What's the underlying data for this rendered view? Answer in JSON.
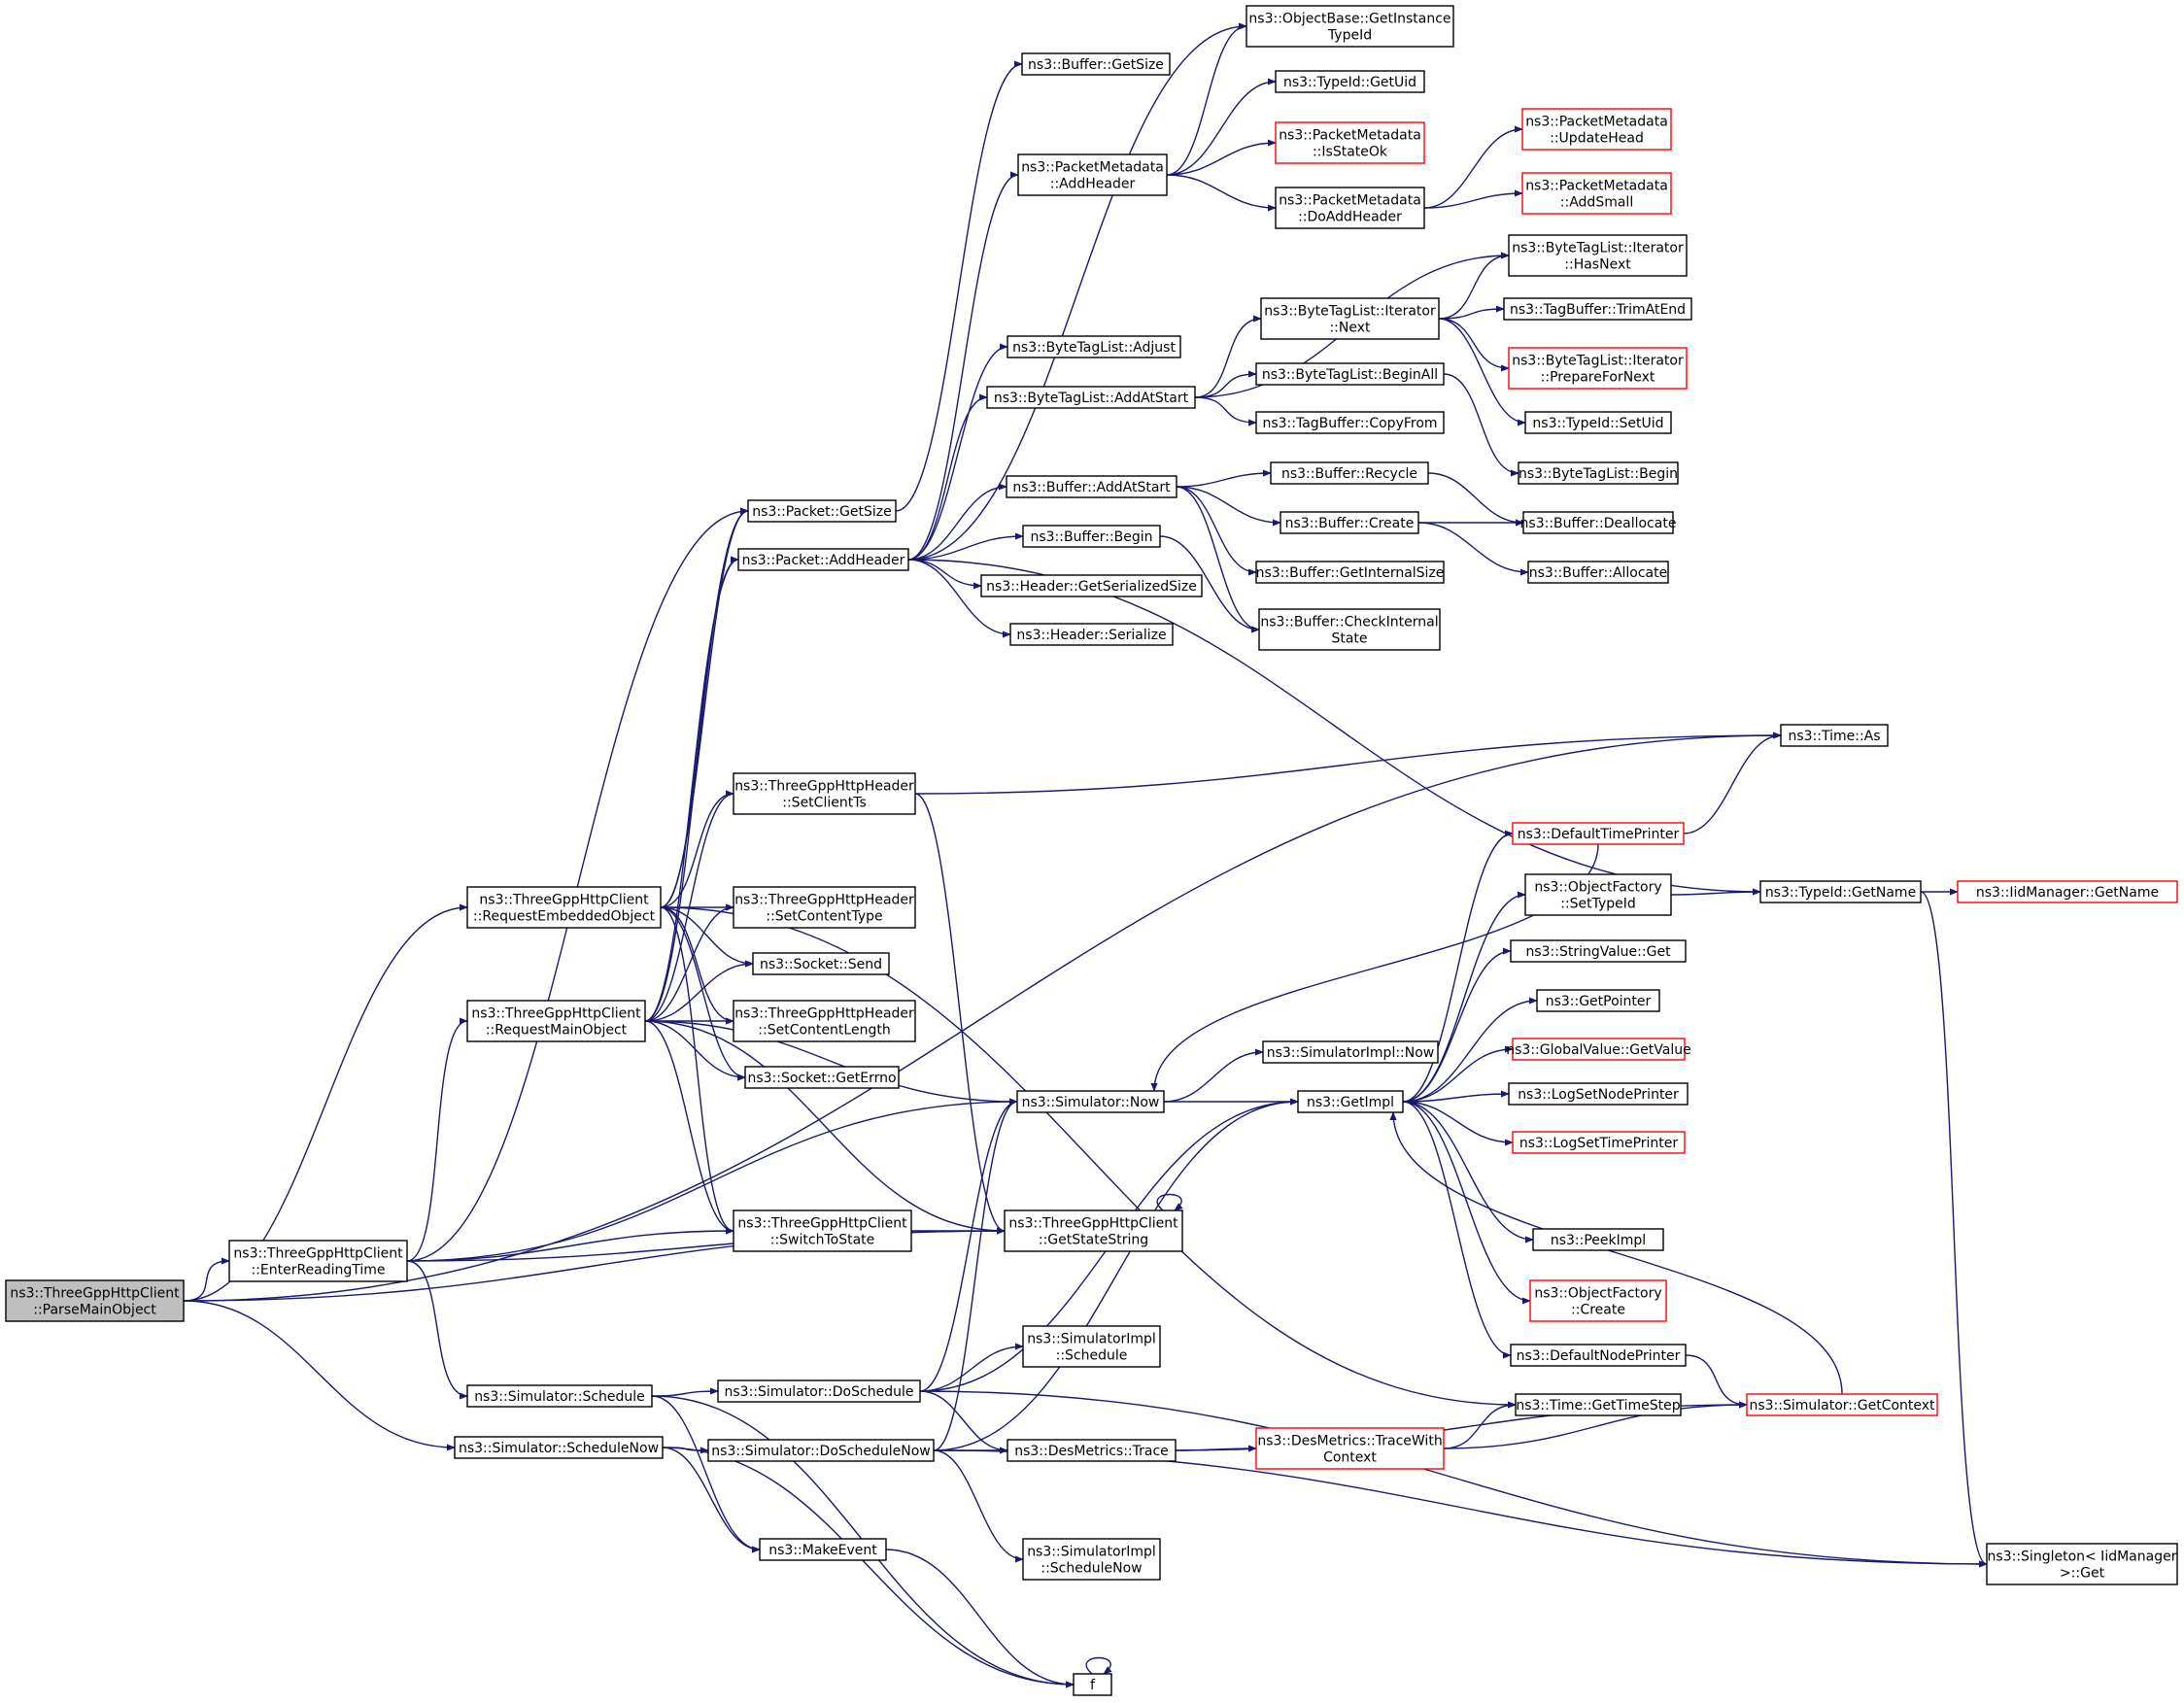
{
  "diagram": {
    "nodes": [
      {
        "id": "parse",
        "lines": [
          "ns3::ThreeGppHttpClient",
          "::ParseMainObject"
        ],
        "style": "focus"
      },
      {
        "id": "enterReading",
        "lines": [
          "ns3::ThreeGppHttpClient",
          "::EnterReadingTime"
        ],
        "style": "normal"
      },
      {
        "id": "reqEmbedded",
        "lines": [
          "ns3::ThreeGppHttpClient",
          "::RequestEmbeddedObject"
        ],
        "style": "normal"
      },
      {
        "id": "reqMain",
        "lines": [
          "ns3::ThreeGppHttpClient",
          "::RequestMainObject"
        ],
        "style": "normal"
      },
      {
        "id": "schedule",
        "lines": [
          "ns3::Simulator::Schedule"
        ],
        "style": "normal"
      },
      {
        "id": "scheduleNow",
        "lines": [
          "ns3::Simulator::ScheduleNow"
        ],
        "style": "normal"
      },
      {
        "id": "bufGetSize",
        "lines": [
          "ns3::Buffer::GetSize"
        ],
        "style": "normal"
      },
      {
        "id": "pktGetSize",
        "lines": [
          "ns3::Packet::GetSize"
        ],
        "style": "normal"
      },
      {
        "id": "pktAddHeader",
        "lines": [
          "ns3::Packet::AddHeader"
        ],
        "style": "normal"
      },
      {
        "id": "setClientTs",
        "lines": [
          "ns3::ThreeGppHttpHeader",
          "::SetClientTs"
        ],
        "style": "normal"
      },
      {
        "id": "setContentType",
        "lines": [
          "ns3::ThreeGppHttpHeader",
          "::SetContentType"
        ],
        "style": "normal"
      },
      {
        "id": "socketSend",
        "lines": [
          "ns3::Socket::Send"
        ],
        "style": "normal"
      },
      {
        "id": "setContentLength",
        "lines": [
          "ns3::ThreeGppHttpHeader",
          "::SetContentLength"
        ],
        "style": "normal"
      },
      {
        "id": "socketGetErrno",
        "lines": [
          "ns3::Socket::GetErrno"
        ],
        "style": "normal"
      },
      {
        "id": "switchToState",
        "lines": [
          "ns3::ThreeGppHttpClient",
          "::SwitchToState"
        ],
        "style": "normal"
      },
      {
        "id": "makeEvent",
        "lines": [
          "ns3::MakeEvent"
        ],
        "style": "normal"
      },
      {
        "id": "f",
        "lines": [
          "f"
        ],
        "style": "normal"
      },
      {
        "id": "doSchedule",
        "lines": [
          "ns3::Simulator::DoSchedule"
        ],
        "style": "normal"
      },
      {
        "id": "doScheduleNow",
        "lines": [
          "ns3::Simulator::DoScheduleNow"
        ],
        "style": "normal"
      },
      {
        "id": "pmAddHeader",
        "lines": [
          "ns3::PacketMetadata",
          "::AddHeader"
        ],
        "style": "normal"
      },
      {
        "id": "btlAdjust",
        "lines": [
          "ns3::ByteTagList::Adjust"
        ],
        "style": "normal"
      },
      {
        "id": "btlAddAtStart",
        "lines": [
          "ns3::ByteTagList::AddAtStart"
        ],
        "style": "normal"
      },
      {
        "id": "bufAddAtStart",
        "lines": [
          "ns3::Buffer::AddAtStart"
        ],
        "style": "normal"
      },
      {
        "id": "bufBegin",
        "lines": [
          "ns3::Buffer::Begin"
        ],
        "style": "normal"
      },
      {
        "id": "hdrGetSerSize",
        "lines": [
          "ns3::Header::GetSerializedSize"
        ],
        "style": "normal"
      },
      {
        "id": "hdrSerialize",
        "lines": [
          "ns3::Header::Serialize"
        ],
        "style": "normal"
      },
      {
        "id": "simNow",
        "lines": [
          "ns3::Simulator::Now"
        ],
        "style": "normal"
      },
      {
        "id": "getStateString",
        "lines": [
          "ns3::ThreeGppHttpClient",
          "::GetStateString"
        ],
        "style": "normal"
      },
      {
        "id": "simImplSchedule",
        "lines": [
          "ns3::SimulatorImpl",
          "::Schedule"
        ],
        "style": "normal"
      },
      {
        "id": "desTrace",
        "lines": [
          "ns3::DesMetrics::Trace"
        ],
        "style": "normal"
      },
      {
        "id": "simImplScheduleNow",
        "lines": [
          "ns3::SimulatorImpl",
          "::ScheduleNow"
        ],
        "style": "normal"
      },
      {
        "id": "obGetInstance",
        "lines": [
          "ns3::ObjectBase::GetInstance",
          "TypeId"
        ],
        "style": "normal"
      },
      {
        "id": "tidGetUid",
        "lines": [
          "ns3::TypeId::GetUid"
        ],
        "style": "normal"
      },
      {
        "id": "pmIsStateOk",
        "lines": [
          "ns3::PacketMetadata",
          "::IsStateOk"
        ],
        "style": "red"
      },
      {
        "id": "pmDoAddHeader",
        "lines": [
          "ns3::PacketMetadata",
          "::DoAddHeader"
        ],
        "style": "normal"
      },
      {
        "id": "btliNext",
        "lines": [
          "ns3::ByteTagList::Iterator",
          "::Next"
        ],
        "style": "normal"
      },
      {
        "id": "btlBeginAll",
        "lines": [
          "ns3::ByteTagList::BeginAll"
        ],
        "style": "normal"
      },
      {
        "id": "tbCopyFrom",
        "lines": [
          "ns3::TagBuffer::CopyFrom"
        ],
        "style": "normal"
      },
      {
        "id": "bufRecycle",
        "lines": [
          "ns3::Buffer::Recycle"
        ],
        "style": "normal"
      },
      {
        "id": "bufCreate",
        "lines": [
          "ns3::Buffer::Create"
        ],
        "style": "normal"
      },
      {
        "id": "bufGetInternalSize",
        "lines": [
          "ns3::Buffer::GetInternalSize"
        ],
        "style": "normal"
      },
      {
        "id": "bufCheckInternal",
        "lines": [
          "ns3::Buffer::CheckInternal",
          "State"
        ],
        "style": "normal"
      },
      {
        "id": "defaultTimePrinter",
        "lines": [
          "ns3::DefaultTimePrinter"
        ],
        "style": "red"
      },
      {
        "id": "ofSetTypeId",
        "lines": [
          "ns3::ObjectFactory",
          "::SetTypeId"
        ],
        "style": "normal"
      },
      {
        "id": "svGet",
        "lines": [
          "ns3::StringValue::Get"
        ],
        "style": "normal"
      },
      {
        "id": "getPointer",
        "lines": [
          "ns3::GetPointer"
        ],
        "style": "normal"
      },
      {
        "id": "gvGetValue",
        "lines": [
          "ns3::GlobalValue::GetValue"
        ],
        "style": "red"
      },
      {
        "id": "simImplNow",
        "lines": [
          "ns3::SimulatorImpl::Now"
        ],
        "style": "normal"
      },
      {
        "id": "getImpl",
        "lines": [
          "ns3::GetImpl"
        ],
        "style": "normal"
      },
      {
        "id": "logSetNodePrinter",
        "lines": [
          "ns3::LogSetNodePrinter"
        ],
        "style": "normal"
      },
      {
        "id": "logSetTimePrinter",
        "lines": [
          "ns3::LogSetTimePrinter"
        ],
        "style": "red"
      },
      {
        "id": "peekImpl",
        "lines": [
          "ns3::PeekImpl"
        ],
        "style": "normal"
      },
      {
        "id": "ofCreate",
        "lines": [
          "ns3::ObjectFactory",
          "::Create"
        ],
        "style": "red"
      },
      {
        "id": "defaultNodePrinter",
        "lines": [
          "ns3::DefaultNodePrinter"
        ],
        "style": "normal"
      },
      {
        "id": "timeGetTimeStep",
        "lines": [
          "ns3::Time::GetTimeStep"
        ],
        "style": "normal"
      },
      {
        "id": "desTraceWithContext",
        "lines": [
          "ns3::DesMetrics::TraceWith",
          "Context"
        ],
        "style": "red"
      },
      {
        "id": "pmUpdateHead",
        "lines": [
          "ns3::PacketMetadata",
          "::UpdateHead"
        ],
        "style": "red"
      },
      {
        "id": "pmAddSmall",
        "lines": [
          "ns3::PacketMetadata",
          "::AddSmall"
        ],
        "style": "red"
      },
      {
        "id": "btliHasNext",
        "lines": [
          "ns3::ByteTagList::Iterator",
          "::HasNext"
        ],
        "style": "normal"
      },
      {
        "id": "tbTrimAtEnd",
        "lines": [
          "ns3::TagBuffer::TrimAtEnd"
        ],
        "style": "normal"
      },
      {
        "id": "btliPrepareForNext",
        "lines": [
          "ns3::ByteTagList::Iterator",
          "::PrepareForNext"
        ],
        "style": "red"
      },
      {
        "id": "tidSetUid",
        "lines": [
          "ns3::TypeId::SetUid"
        ],
        "style": "normal"
      },
      {
        "id": "btlBegin",
        "lines": [
          "ns3::ByteTagList::Begin"
        ],
        "style": "normal"
      },
      {
        "id": "bufDeallocate",
        "lines": [
          "ns3::Buffer::Deallocate"
        ],
        "style": "normal"
      },
      {
        "id": "bufAllocate",
        "lines": [
          "ns3::Buffer::Allocate"
        ],
        "style": "normal"
      },
      {
        "id": "timeAs",
        "lines": [
          "ns3::Time::As"
        ],
        "style": "normal"
      },
      {
        "id": "tidGetName",
        "lines": [
          "ns3::TypeId::GetName"
        ],
        "style": "normal"
      },
      {
        "id": "iidGetName",
        "lines": [
          "ns3::IidManager::GetName"
        ],
        "style": "red"
      },
      {
        "id": "simGetContext",
        "lines": [
          "ns3::Simulator::GetContext"
        ],
        "style": "red"
      },
      {
        "id": "singletonGet",
        "lines": [
          "ns3::Singleton< IidManager",
          ">::Get"
        ],
        "style": "normal"
      }
    ]
  }
}
